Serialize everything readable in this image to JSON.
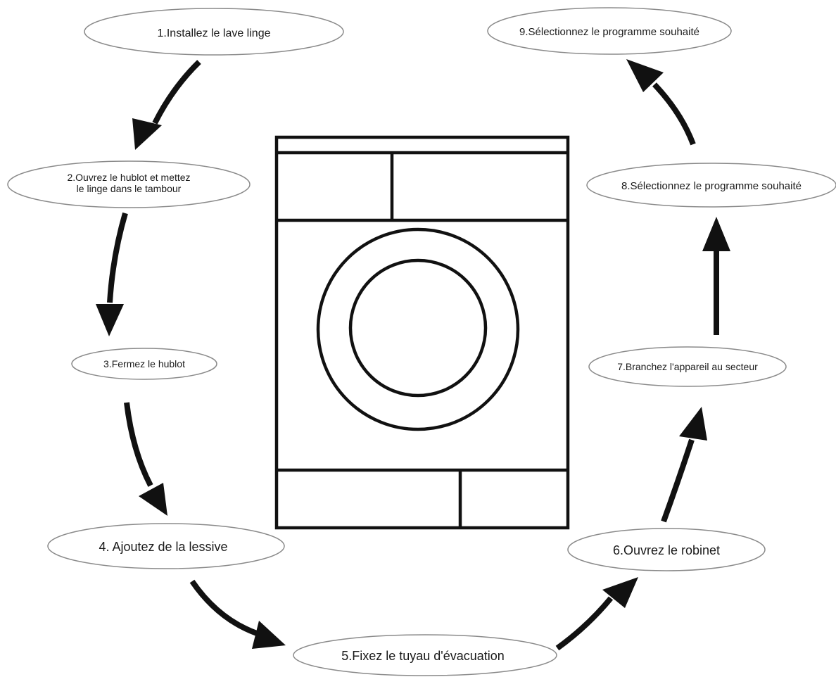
{
  "steps": [
    {
      "id": 1,
      "lines": [
        "1.Installez le lave linge"
      ]
    },
    {
      "id": 2,
      "lines": [
        "2.Ouvrez le hublot et mettez",
        "le linge dans le tambour"
      ]
    },
    {
      "id": 3,
      "lines": [
        "3.Fermez le hublot"
      ]
    },
    {
      "id": 4,
      "lines": [
        "4. Ajoutez de la lessive"
      ]
    },
    {
      "id": 5,
      "lines": [
        "5.Fixez le tuyau d'évacuation"
      ]
    },
    {
      "id": 6,
      "lines": [
        "6.Ouvrez le robinet"
      ]
    },
    {
      "id": 7,
      "lines": [
        "7.Branchez l'appareil au secteur"
      ]
    },
    {
      "id": 8,
      "lines": [
        "8.Sélectionnez le programme souhaité"
      ]
    },
    {
      "id": 9,
      "lines": [
        "9.Sélectionnez le programme souhaité"
      ]
    }
  ],
  "colors": {
    "ink": "#111111",
    "oval_border": "#8a8a8a",
    "background": "#ffffff"
  },
  "center_icon": "washing-machine-icon"
}
